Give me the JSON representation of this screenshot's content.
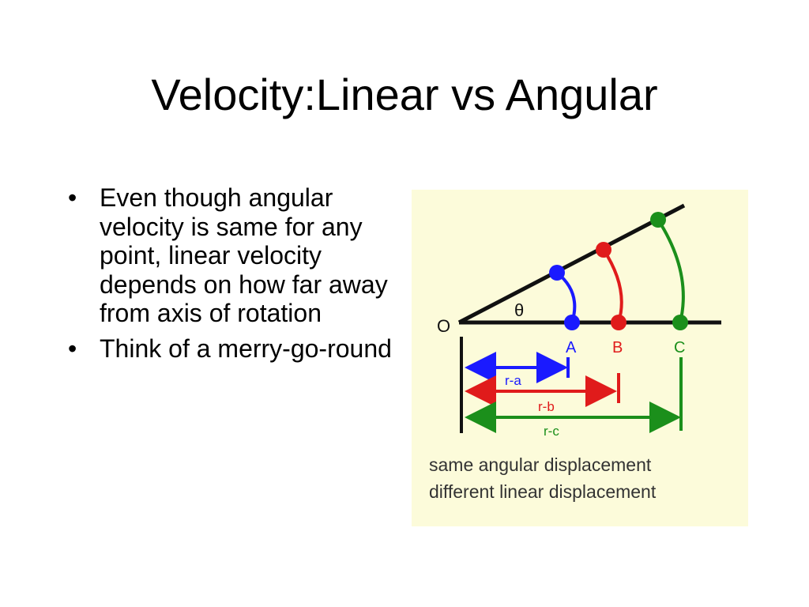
{
  "slide": {
    "title": "Velocity:Linear vs Angular",
    "bullets": [
      {
        "text": "Even though angular velocity is same for any point, linear velocity depends on how far away from axis of rotation"
      },
      {
        "text": "Think of a merry-go-round"
      }
    ],
    "bullet_glyph": "•"
  },
  "figure": {
    "origin_label": "O",
    "angle_label": "θ",
    "points": [
      {
        "label": "A",
        "color": "#1a1aff"
      },
      {
        "label": "B",
        "color": "#e01b1b"
      },
      {
        "label": "C",
        "color": "#1b8f1b"
      }
    ],
    "radii": [
      {
        "label": "r-a",
        "color": "#1a1aff"
      },
      {
        "label": "r-b",
        "color": "#e01b1b"
      },
      {
        "label": "r-c",
        "color": "#1b8f1b"
      }
    ],
    "caption_line1": "same angular displacement",
    "caption_line2": "different linear displacement",
    "background": "#fcfbda"
  }
}
